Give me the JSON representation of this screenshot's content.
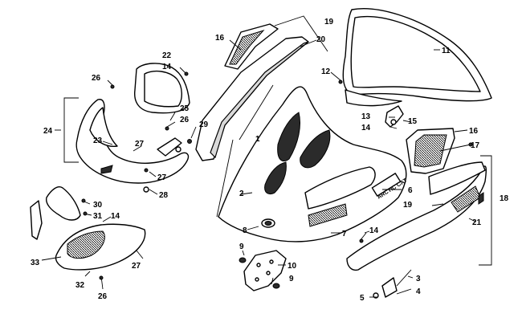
{
  "diagram": {
    "brand_text": "ARCTIC CAT",
    "callouts": [
      {
        "id": "c1",
        "label": "1"
      },
      {
        "id": "c2",
        "label": "2"
      },
      {
        "id": "c3",
        "label": "3"
      },
      {
        "id": "c4",
        "label": "4"
      },
      {
        "id": "c5",
        "label": "5"
      },
      {
        "id": "c6",
        "label": "6"
      },
      {
        "id": "c7",
        "label": "7"
      },
      {
        "id": "c8",
        "label": "8"
      },
      {
        "id": "c9a",
        "label": "9"
      },
      {
        "id": "c9b",
        "label": "9"
      },
      {
        "id": "c10",
        "label": "10"
      },
      {
        "id": "c11",
        "label": "11"
      },
      {
        "id": "c12",
        "label": "12"
      },
      {
        "id": "c13",
        "label": "13"
      },
      {
        "id": "c14a",
        "label": "14"
      },
      {
        "id": "c14b",
        "label": "14"
      },
      {
        "id": "c14c",
        "label": "14"
      },
      {
        "id": "c14d",
        "label": "14"
      },
      {
        "id": "c15",
        "label": "15"
      },
      {
        "id": "c16a",
        "label": "16"
      },
      {
        "id": "c16b",
        "label": "16"
      },
      {
        "id": "c17",
        "label": "17"
      },
      {
        "id": "c18",
        "label": "18"
      },
      {
        "id": "c19a",
        "label": "19"
      },
      {
        "id": "c19b",
        "label": "19"
      },
      {
        "id": "c20",
        "label": "20"
      },
      {
        "id": "c21",
        "label": "21"
      },
      {
        "id": "c22",
        "label": "22"
      },
      {
        "id": "c23",
        "label": "23"
      },
      {
        "id": "c24",
        "label": "24"
      },
      {
        "id": "c25",
        "label": "25"
      },
      {
        "id": "c26a",
        "label": "26"
      },
      {
        "id": "c26b",
        "label": "26"
      },
      {
        "id": "c26c",
        "label": "26"
      },
      {
        "id": "c27a",
        "label": "27"
      },
      {
        "id": "c27b",
        "label": "27"
      },
      {
        "id": "c27c",
        "label": "27"
      },
      {
        "id": "c28",
        "label": "28"
      },
      {
        "id": "c29",
        "label": "29"
      },
      {
        "id": "c30",
        "label": "30"
      },
      {
        "id": "c31",
        "label": "31"
      },
      {
        "id": "c32",
        "label": "32"
      },
      {
        "id": "c33",
        "label": "33"
      }
    ]
  }
}
